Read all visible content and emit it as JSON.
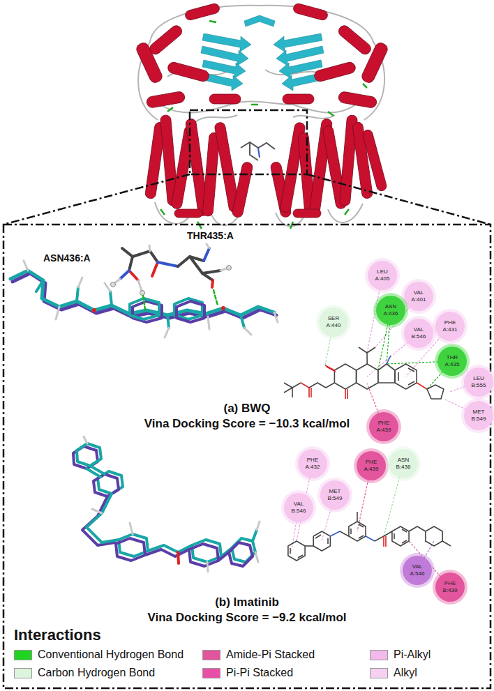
{
  "diagram": {
    "nodes": [
      {
        "text": [
          "LEU A:405"
        ]
      },
      {
        "text": [
          "VAL A:401"
        ]
      },
      {
        "text": [
          "ASN A:436"
        ]
      },
      {
        "text": [
          "SER A:440"
        ]
      },
      {
        "text": [
          "PHE A:431"
        ]
      },
      {
        "text": [
          "VAL B:546"
        ]
      },
      {
        "text": [
          "THR A:435"
        ]
      },
      {
        "text": [
          "LEU B:555"
        ]
      },
      {
        "text": [
          "MET B:549"
        ]
      },
      {
        "text": [
          "PHE A:439"
        ]
      },
      {
        "text": [
          "PHE A:432"
        ]
      },
      {
        "text": [
          "PHE A:439"
        ]
      },
      {
        "text": [
          "ASN B:436"
        ]
      },
      {
        "text": [
          "MET B:549"
        ]
      },
      {
        "text": [
          "VAL B:546"
        ]
      },
      {
        "text": [
          "VAL A:546"
        ]
      },
      {
        "text": [
          "PHE B:439"
        ]
      }
    ],
    "labels": [
      "ASN436:A",
      "THR435:A",
      "(a) BWQ",
      "Vina Docking Score = −10.3 kcal/mol",
      "(b) Imatinib",
      "Vina Docking Score = −9.2 kcal/mol",
      "Interactions"
    ],
    "legend": [
      {
        "text": "Conventional Hydrogen Bond",
        "color": "#1ed41e"
      },
      {
        "text": "Carbon Hydrogen Bond",
        "color": "#dcf5dc"
      },
      {
        "text": "Amide-Pi Stacked",
        "color": "#e0559c"
      },
      {
        "text": "Pi-Pi Stacked",
        "color": "#ea4fa8"
      },
      {
        "text": "Pi-Alkyl",
        "color": "#f3b9ea"
      },
      {
        "text": "Alkyl",
        "color": "#f6d0f1"
      }
    ]
  }
}
